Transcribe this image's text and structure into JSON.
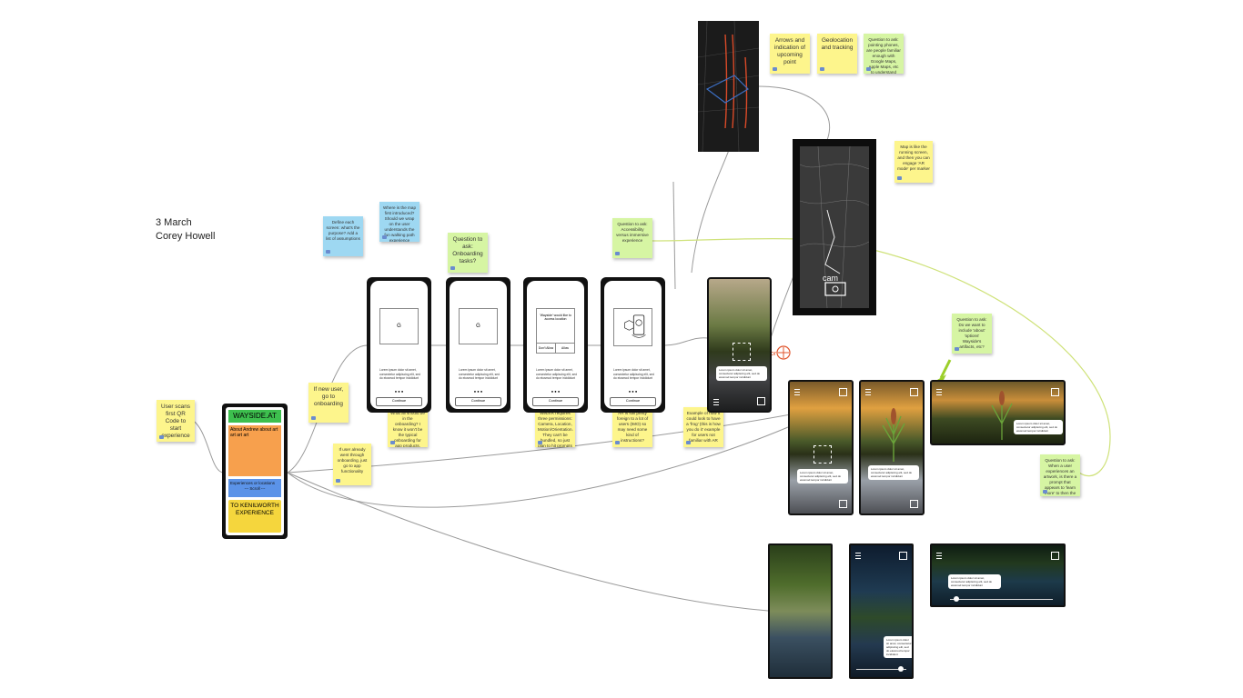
{
  "board": {
    "date": "3 March",
    "author": "Corey Howell"
  },
  "wireframe": {
    "brand": "WAYSIDE.AT",
    "about": "About Andrew about art art art art",
    "experiences": "Experiences or locations",
    "scroll": "--- Scroll ---",
    "cta": "TO KENILWORTH EXPERIENCE"
  },
  "stickies": {
    "qr_scan": "User scans first QR Code to start experience",
    "new_user": "If new user, go to onboarding",
    "already_onboarded": "If user already went through onboarding, just go to app functionality",
    "blue_left": "Define each screen: what's the purpose? Add a list of assumptions",
    "blue_right": "Where is the map first introduced? Should we wrap on the user understands the fun walking path experience",
    "q_onboarding": "Question to ask: Onboarding tasks?",
    "what_onboarding": "What all should be in the onboarding? I know it won't be the typical onboarding for app products.",
    "permissions": "WebXR requires three permissions: Camera, Location, Motion/Orientation. They can't be bundled, so just plan to hit prompts",
    "ar_foreign": "AR is still pretty foreign to a lot of users (IMO) so may need some kind of instructions?",
    "example_thing": "Example of how it could look to have a 'frog' (this is how you do it' example for users not familiar with AR",
    "q_accessibility": "Question to ask: Accessibility versus immersive experience",
    "arrows": "Arrows and indication of upcoming point",
    "geolocation": "Geolocation and tracking",
    "q_walking": "Question to ask: pointing phones, are people familiar enough with Google Maps, Apple Maps, etc to understand orientation?",
    "map_running": "Map is like the running screen, and then you can engage 'AR mode' per marker",
    "q_about": "Question to ask: Do we want to include 'about' 'options' Wayside's artifacts, etc?",
    "q_experience": "Question to ask: When a user experiences an artwork, is there a prompt that appears to 'learn more' to then the go into the postergraphic nature of the project?"
  },
  "onboarding": {
    "screens": [
      {
        "label": "G",
        "lorem": "Lorem ipsum dolor sit amet, consectetur adipiscing elit, sed do eiusmod tempor incididunt",
        "button": "Continue"
      },
      {
        "label": "G",
        "lorem": "Lorem ipsum dolor sit amet, consectetur adipiscing elit, sed do eiusmod tempor incididunt",
        "button": "Continue"
      },
      {
        "label": "'Wayside' would like to access location",
        "lorem": "Lorem ipsum dolor sit amet, consectetur adipiscing elit, sed do eiusmod tempor incididunt",
        "button": "Continue",
        "deny": "Don't Allow",
        "allow": "Allow"
      },
      {
        "label": "",
        "lorem": "Lorem ipsum dolor sit amet, consectetur adipiscing elit, sed do eiusmod tempor incididunt",
        "button": "Continue"
      }
    ]
  },
  "ar_screens": {
    "bubble": "Lorem ipsum dolor sit amet, consectetur adipiscing elit, sed do eiusmod tempor incididunt"
  },
  "sketch": {
    "cam": "cam"
  },
  "colors": {
    "yellow": "#fdf58c",
    "green": "#d6f5a3",
    "blue": "#9ed8f2",
    "wire_green": "#3dbf4e",
    "wire_orange": "#f7a04d",
    "wire_blue": "#5b93e8",
    "wire_yellow": "#f5d63d"
  }
}
